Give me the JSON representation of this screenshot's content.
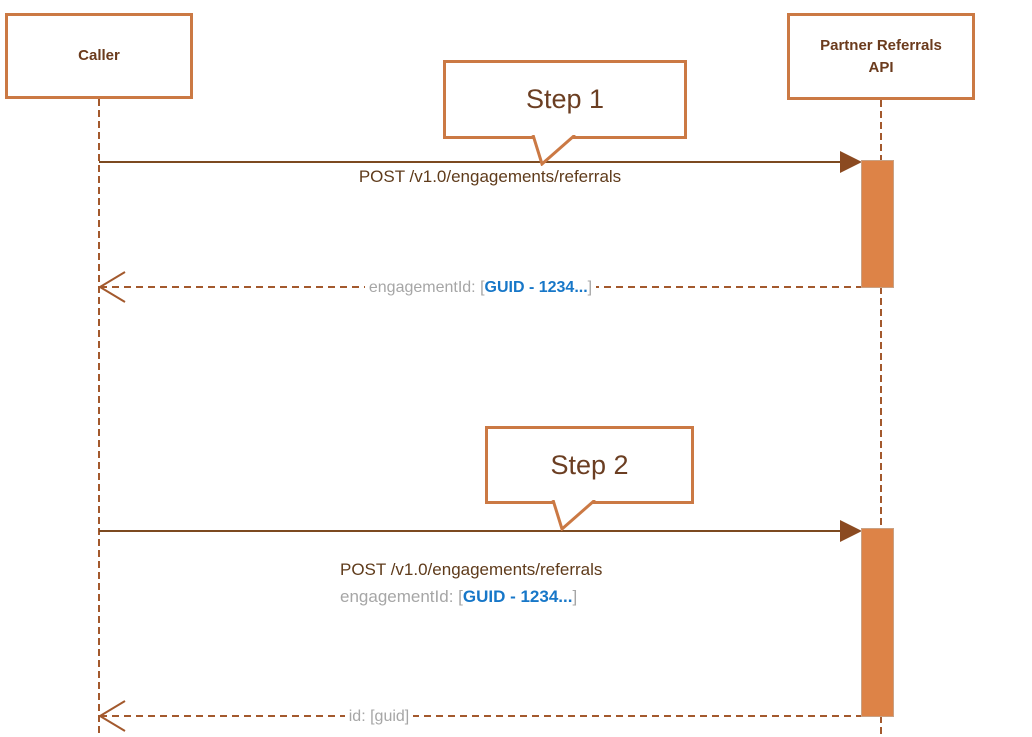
{
  "colors": {
    "accent": "#CB7944",
    "bar_fill": "#DD8347",
    "bar_border": "#C9A183",
    "title_text": "#6B3B1D",
    "message_text": "#5F3B1B",
    "line": "#7C4A20",
    "arrowhead": "#8B4A21",
    "dash": "#A3592D",
    "muted_text": "#A6A6A6",
    "highlight_text": "#1777C8"
  },
  "actors": [
    {
      "label": "Caller"
    },
    {
      "label": "Partner Referrals API"
    }
  ],
  "callouts": [
    {
      "label": "Step 1"
    },
    {
      "label": "Step 2"
    }
  ],
  "messages": {
    "request1": {
      "label": "POST /v1.0/engagements/referrals"
    },
    "response1": {
      "prefix": "engagementId: [",
      "highlight": "GUID - 1234...",
      "suffix": "]"
    },
    "request2": {
      "label": "POST /v1.0/engagements/referrals",
      "param_prefix": "engagementId: [",
      "param_highlight": "GUID - 1234...",
      "param_suffix": "]"
    },
    "response2": {
      "label": "id: [guid]"
    }
  }
}
